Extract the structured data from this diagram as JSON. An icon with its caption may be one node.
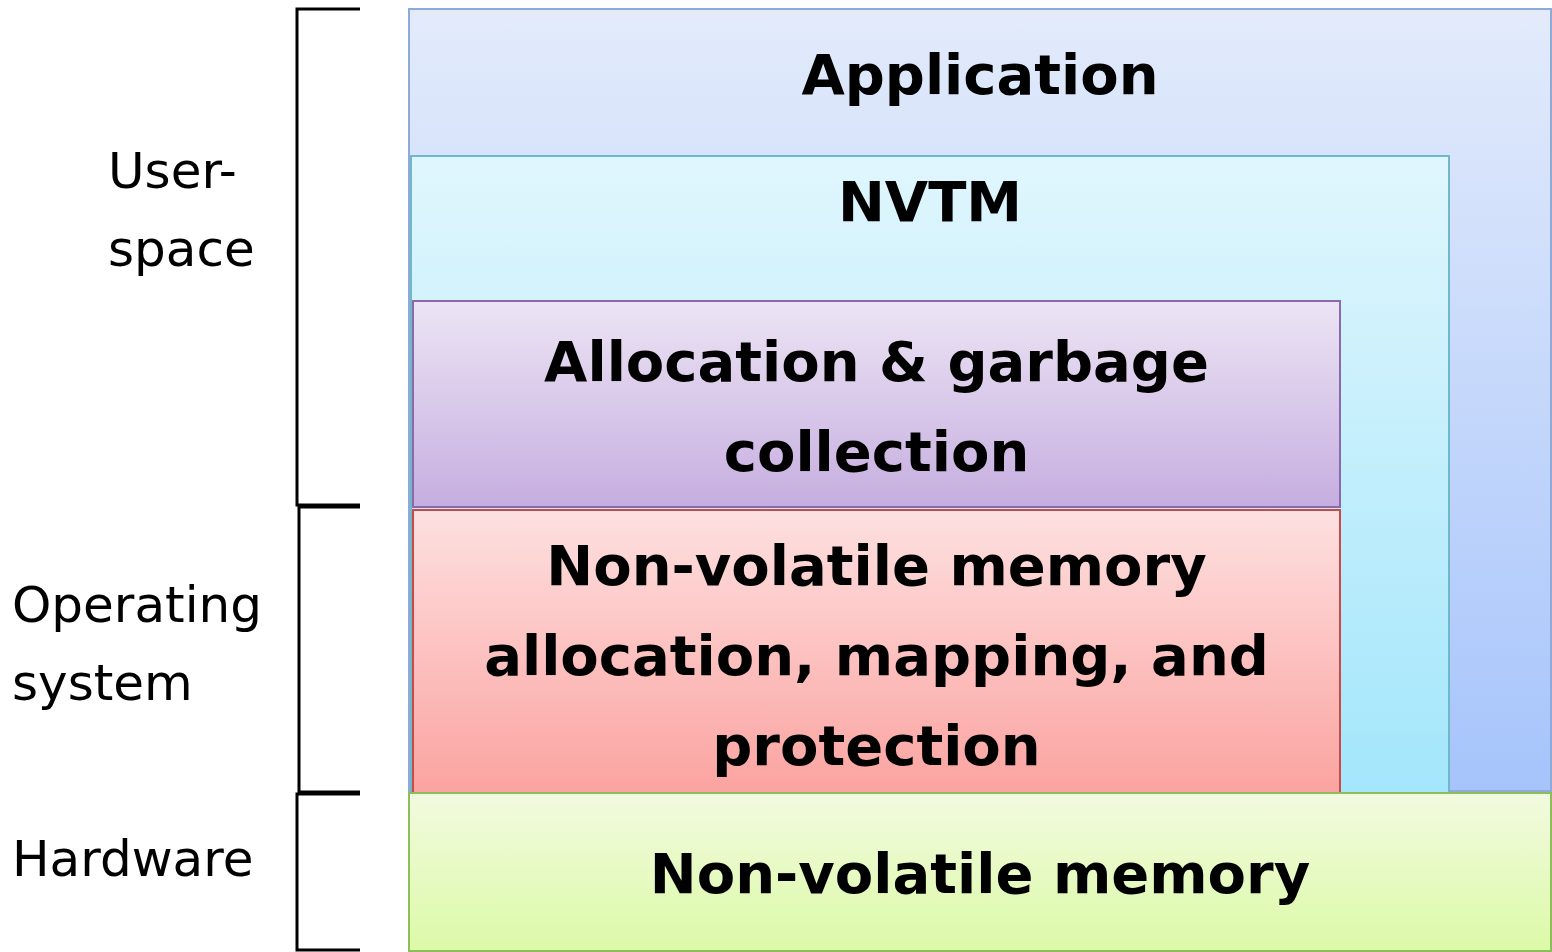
{
  "diagram": {
    "nodes": [
      {
        "text": [
          "Application"
        ]
      },
      {
        "text": [
          "NVTM"
        ],
        "in": 0
      },
      {
        "text": [
          "Allocation & garbage collection"
        ],
        "in": 1
      },
      {
        "text": [
          "Non-volatile memory allocation, mapping, and protection"
        ],
        "in": 1
      },
      {
        "text": [
          "Non-volatile memory"
        ]
      }
    ],
    "edges": [],
    "labels": [
      "User-space",
      "Operating system",
      "Hardware"
    ]
  }
}
